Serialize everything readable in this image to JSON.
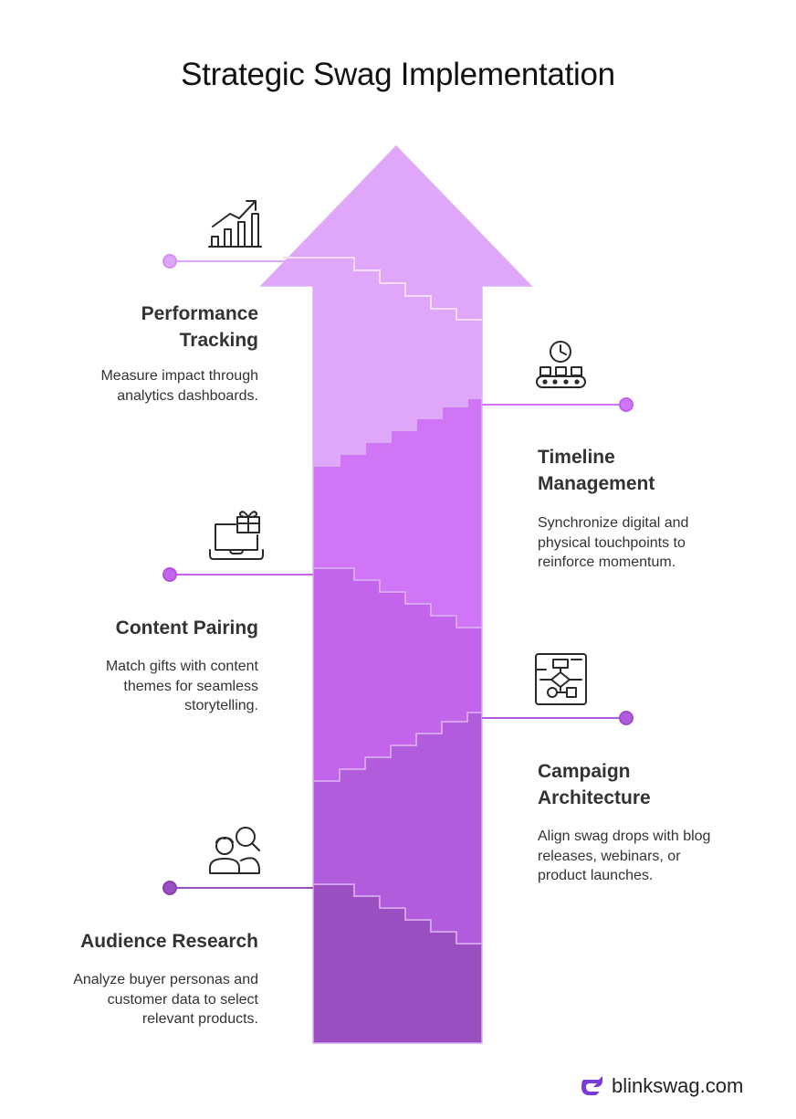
{
  "title": "Strategic Swag Implementation",
  "steps": [
    {
      "id": "performance-tracking",
      "heading": "Performance\nTracking",
      "description": "Measure impact through\nanalytics dashboards.",
      "icon": "growth-chart-icon",
      "side": "left",
      "color": "#e0a6fa"
    },
    {
      "id": "timeline-management",
      "heading": "Timeline\nManagement",
      "description": "Synchronize digital and\nphysical touchpoints to\nreinforce momentum.",
      "icon": "clock-conveyor-icon",
      "side": "right",
      "color": "#cf75f6"
    },
    {
      "id": "content-pairing",
      "heading": "Content Pairing",
      "description": "Match gifts with content\nthemes for seamless\nstorytelling.",
      "icon": "laptop-gift-icon",
      "side": "left",
      "color": "#c463eb"
    },
    {
      "id": "campaign-architecture",
      "heading": "Campaign\nArchitecture",
      "description": "Align swag drops with blog\nreleases, webinars, or\nproduct launches.",
      "icon": "flowchart-icon",
      "side": "right",
      "color": "#b15cdc"
    },
    {
      "id": "audience-research",
      "heading": "Audience Research",
      "description": "Analyze buyer personas and\ncustomer data to select\nrelevant products.",
      "icon": "people-search-icon",
      "side": "left",
      "color": "#9a4fc0"
    }
  ],
  "brand": {
    "name": "blinkswag.com",
    "icon": "blinkswag-logo-icon",
    "color": "#7a3ad8"
  }
}
